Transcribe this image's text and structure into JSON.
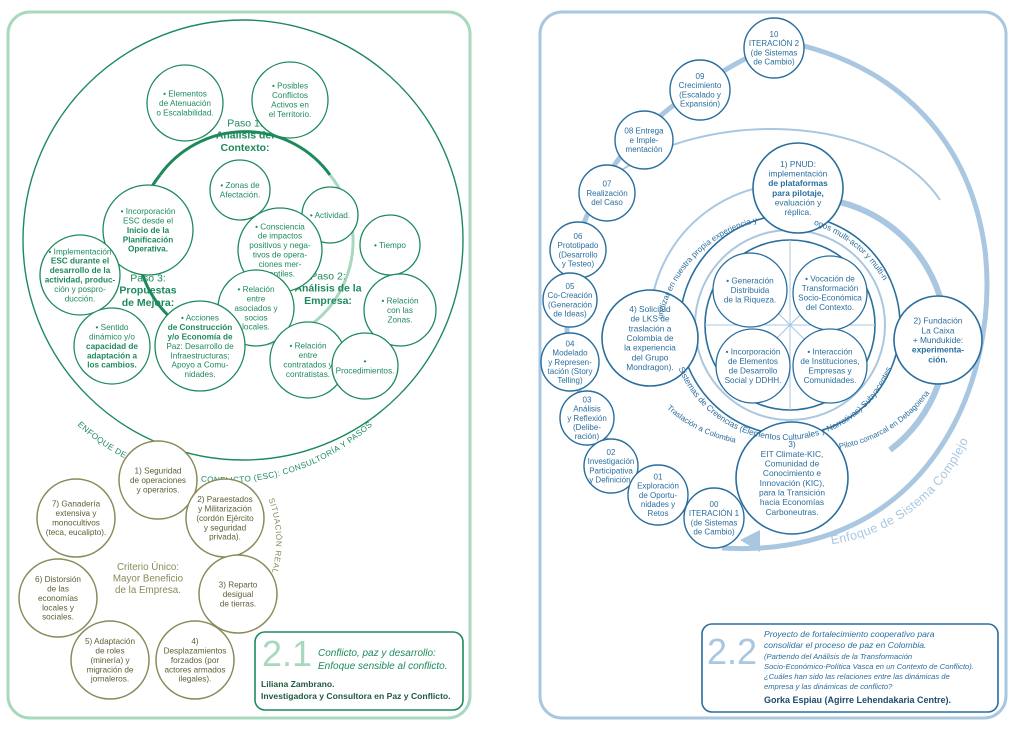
{
  "colors": {
    "green": "#1e8a5c",
    "green_light": "#a8d8be",
    "olive": "#8a8a5a",
    "blue": "#2a6e9e",
    "blue_light": "#a9c7e0"
  },
  "left": {
    "paso1": [
      "Paso 1:",
      "Análisis del",
      "Contexto:"
    ],
    "paso2": [
      "Paso 2:",
      "Análisis de la",
      "Empresa:"
    ],
    "paso3": [
      "Paso 3:",
      "Propuestas",
      "de Mejora:"
    ],
    "nodes": [
      {
        "id": "n-atenuacion",
        "lines": [
          "• Elementos",
          "de Atenuación",
          "o Escalabilidad."
        ]
      },
      {
        "id": "n-conflictos",
        "lines": [
          "• Posibles",
          "Conflictos",
          "Activos en",
          "el Territorio."
        ]
      },
      {
        "id": "n-zonas",
        "lines": [
          "• Zonas de",
          "Afectación."
        ]
      },
      {
        "id": "n-actividad",
        "lines": [
          "• Actividad."
        ]
      },
      {
        "id": "n-tiempo",
        "lines": [
          "• Tiempo"
        ]
      },
      {
        "id": "n-impactos",
        "lines": [
          "• Consciencia",
          "de impactos",
          "positivos y nega-",
          "tivos de opera-",
          "ciones mer-",
          "cantiles."
        ]
      },
      {
        "id": "n-relacion-zonas",
        "lines": [
          "• Relación",
          "con las",
          "Zonas."
        ]
      },
      {
        "id": "n-asociados",
        "lines": [
          "• Relación",
          "entre",
          "asociados y",
          "socios",
          "locales."
        ]
      },
      {
        "id": "n-contratados",
        "lines": [
          "• Relación",
          "entre",
          "contratados y",
          "contratistas."
        ]
      },
      {
        "id": "n-procedimientos",
        "lines": [
          "•",
          "Procedimientos."
        ]
      },
      {
        "id": "n-incorporacion",
        "lines": [
          "• Incorporación",
          "ESC desde el",
          "Inicio de la",
          "Planificación",
          "Operativa."
        ]
      },
      {
        "id": "n-implementacion",
        "lines": [
          "• Implementación",
          "ESC durante el",
          "desarrollo de la",
          "actividad, produc-",
          "ción y pospro-",
          "ducción."
        ]
      },
      {
        "id": "n-sentido",
        "lines": [
          "• Sentido",
          "dinámico y/o",
          "capacidad de",
          "adaptación a",
          "los cambios."
        ]
      },
      {
        "id": "n-acciones",
        "lines": [
          "• Acciones",
          "de Construcción",
          "y/o Economía de",
          "Paz: Desarrollo de",
          "Infraestructuras;",
          "Apoyo a Comu-",
          "nidades."
        ]
      }
    ],
    "outer_arc_label": "ENFOQUE DE SENSIBILIDAD AL CONFLICTO (ESC): CONSULTORÍA Y PASOS",
    "situacion_label": "SITUACIÓN REAL",
    "criterio": [
      "Criterio Único:",
      "Mayor Beneficio",
      "de la Empresa."
    ],
    "olive_nodes": [
      {
        "id": "o1",
        "lines": [
          "1) Seguridad",
          "de operaciones",
          "y operarios."
        ]
      },
      {
        "id": "o2",
        "lines": [
          "2) Paraestados",
          "y Militarización",
          "(cordón Ejército",
          "y seguridad",
          "privada)."
        ]
      },
      {
        "id": "o3",
        "lines": [
          "3) Reparto",
          "desigual",
          "de tierras."
        ]
      },
      {
        "id": "o4",
        "lines": [
          "4)",
          "Desplazamientos",
          "forzados (por",
          "actores armados",
          "ilegales)."
        ]
      },
      {
        "id": "o5",
        "lines": [
          "5) Adaptación",
          "de roles",
          "(minería) y",
          "migración de",
          "jornaleros."
        ]
      },
      {
        "id": "o6",
        "lines": [
          "6) Distorsión",
          "de las",
          "economías",
          "locales y",
          "sociales."
        ]
      },
      {
        "id": "o7",
        "lines": [
          "7) Ganadería",
          "extensiva y",
          "monocultivos",
          "(teca, eucalipto)."
        ]
      }
    ],
    "caption": {
      "number": "2.1",
      "title1": "Conflicto, paz y desarrollo:",
      "title2": "Enfoque sensible al conflicto.",
      "author1": "Liliana Zambrano.",
      "author2": "Investigadora y Consultora en Paz y Conflicto."
    }
  },
  "right": {
    "iterations": [
      {
        "id": "it10",
        "lines": [
          "10",
          "ITERACIÓN 2",
          "(de Sistemas",
          "de Cambio)"
        ]
      },
      {
        "id": "it09",
        "lines": [
          "09",
          "Crecimiento",
          "(Escalado y",
          "Expansión)"
        ]
      },
      {
        "id": "it08",
        "lines": [
          "08 Entrega",
          "e Imple-",
          "mentación"
        ]
      },
      {
        "id": "it07",
        "lines": [
          "07",
          "Realización",
          "del Caso"
        ]
      },
      {
        "id": "it06",
        "lines": [
          "06",
          "Prototipado",
          "(Desarrollo",
          "y Testeo)"
        ]
      },
      {
        "id": "it05",
        "lines": [
          "05",
          "Co-Creación",
          "(Generación",
          "de Ideas)"
        ]
      },
      {
        "id": "it04",
        "lines": [
          "04",
          "Modelado",
          "y Represen-",
          "tación (Story",
          "Telling)"
        ]
      },
      {
        "id": "it03",
        "lines": [
          "03",
          "Análisis",
          "y Reflexión",
          "(Delibe-",
          "ración)"
        ]
      },
      {
        "id": "it02",
        "lines": [
          "02",
          "Investigación",
          "Participativa",
          "y Definición."
        ]
      },
      {
        "id": "it01",
        "lines": [
          "01",
          "Exploración",
          "de Oportu-",
          "nidades y",
          "Retos"
        ]
      },
      {
        "id": "it00",
        "lines": [
          "00",
          "ITERACIÓN 1",
          "(de Sistemas",
          "de Cambio)"
        ]
      }
    ],
    "center_quadrants": [
      {
        "id": "q1",
        "lines": [
          "• Generación",
          "Distribuida",
          "de la Riqueza."
        ]
      },
      {
        "id": "q2",
        "lines": [
          "• Vocación de",
          "Transformación",
          "Socio-Económica",
          "del Contexto."
        ]
      },
      {
        "id": "q3",
        "lines": [
          "• Incorporación",
          "de Elementos",
          "de Desarrollo",
          "Social y DDHH."
        ]
      },
      {
        "id": "q4",
        "lines": [
          "• Interacción",
          "de Instituciones,",
          "Empresas y",
          "Comunidades."
        ]
      }
    ],
    "satellites": [
      {
        "id": "s1",
        "lines": [
          "1) PNUD:",
          "implementación",
          "de plataformas",
          "para pilotaje,",
          "evaluación y",
          "réplica."
        ]
      },
      {
        "id": "s2",
        "lines": [
          "2) Fundación",
          "La Caixa",
          "+ Mundukide:",
          "experimenta-",
          "ción."
        ]
      },
      {
        "id": "s3",
        "lines": [
          "3)",
          "EIT Climate-KIC,",
          "Comunidad de",
          "Conocimiento e",
          "Innovación (KIC),",
          "para la Transición",
          "hacia Economías",
          "Carboneutras."
        ]
      },
      {
        "id": "s4",
        "lines": [
          "4) Solicitud",
          "de LKS de",
          "traslación a",
          "Colombia de",
          "la experiencia",
          "del Grupo",
          "Mondragon)."
        ]
      }
    ],
    "arc_labels": {
      "reto": "Reto: ¿Cómo profundizar en nuestra propia experiencia y continuar en ella?",
      "dialogos": "Diálogos multi-actor y multi-nivel.",
      "sistemas": "Sistemas de Creencias (Elementos Culturales y Narrativas) Subyacentes",
      "traslacion": "Traslación a Colombia",
      "piloto": "Piloto comarcal en Debagoiena",
      "enfoque": "Enfoque de Sistema Complejo"
    },
    "caption": {
      "number": "2.2",
      "title1": "Proyecto de fortalecimiento cooperativo para",
      "title2": "consolidar el proceso de paz en Colombia.",
      "sub1": "(Partiendo del Análisis de la Transformación",
      "sub2": "Socio-Económico-Política Vasca en un Contexto de Conflicto).",
      "sub3": "¿Cuáles han sido las relaciones entre las dinámicas de",
      "sub4": "empresa y las dinámicas de conflicto?",
      "author": "Gorka Espiau (Agirre Lehendakaria Centre)."
    }
  }
}
